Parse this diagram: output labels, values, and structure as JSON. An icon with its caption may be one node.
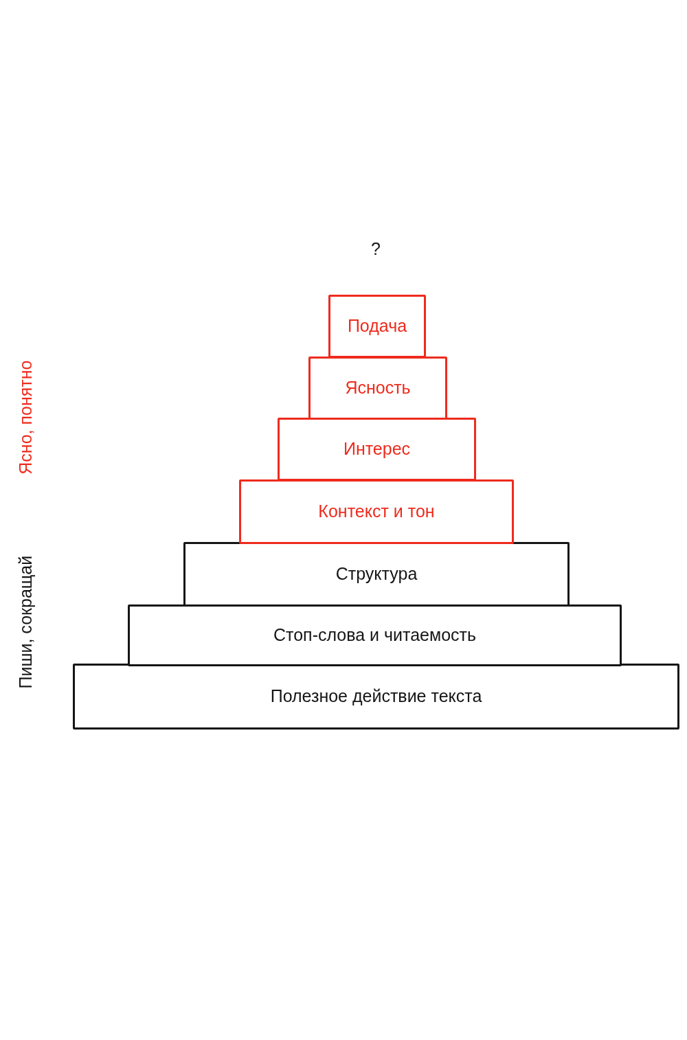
{
  "diagram": {
    "nodes": [
      {
        "text": [
          "Подача"
        ]
      },
      {
        "text": [
          "Ясность"
        ]
      },
      {
        "text": [
          "Интерес"
        ]
      },
      {
        "text": [
          "Контекст и тон"
        ]
      },
      {
        "text": [
          "Структура"
        ]
      },
      {
        "text": [
          "Стоп-слова и читаемость"
        ]
      },
      {
        "text": [
          "Полезное действие текста"
        ]
      }
    ],
    "labels": [
      "?",
      "Ясно, понятно",
      "Пиши, сокращай"
    ]
  }
}
